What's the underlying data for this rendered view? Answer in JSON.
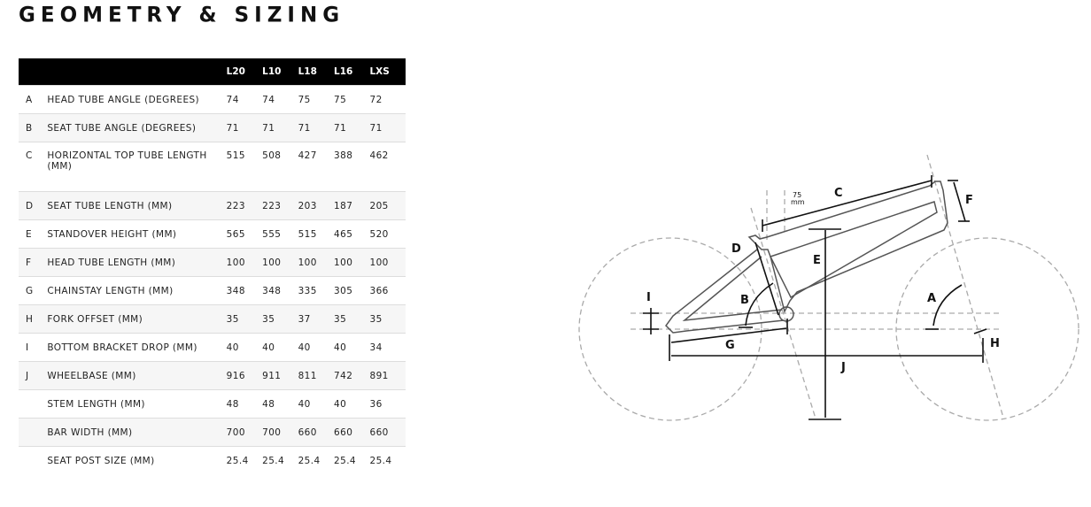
{
  "title": "GEOMETRY & SIZING",
  "columns": [
    "L20",
    "L10",
    "L18",
    "L16",
    "LXS"
  ],
  "rows": [
    {
      "key": "A",
      "label": "HEAD TUBE ANGLE (DEGREES)",
      "values": [
        "74",
        "74",
        "75",
        "75",
        "72"
      ]
    },
    {
      "key": "B",
      "label": "SEAT TUBE ANGLE (DEGREES)",
      "values": [
        "71",
        "71",
        "71",
        "71",
        "71"
      ]
    },
    {
      "key": "C",
      "label": "HORIZONTAL TOP TUBE LENGTH (MM)",
      "values": [
        "515",
        "508",
        "427",
        "388",
        "462"
      ]
    },
    {
      "key": "D",
      "label": "SEAT TUBE LENGTH (MM)",
      "values": [
        "223",
        "223",
        "203",
        "187",
        "205"
      ]
    },
    {
      "key": "E",
      "label": "STANDOVER HEIGHT (MM)",
      "values": [
        "565",
        "555",
        "515",
        "465",
        "520"
      ]
    },
    {
      "key": "F",
      "label": "HEAD TUBE LENGTH (MM)",
      "values": [
        "100",
        "100",
        "100",
        "100",
        "100"
      ]
    },
    {
      "key": "G",
      "label": "CHAINSTAY LENGTH (MM)",
      "values": [
        "348",
        "348",
        "335",
        "305",
        "366"
      ]
    },
    {
      "key": "H",
      "label": "FORK OFFSET (MM)",
      "values": [
        "35",
        "35",
        "37",
        "35",
        "35"
      ]
    },
    {
      "key": "I",
      "label": "BOTTOM BRACKET DROP (MM)",
      "values": [
        "40",
        "40",
        "40",
        "40",
        "34"
      ]
    },
    {
      "key": "J",
      "label": "WHEELBASE (MM)",
      "values": [
        "916",
        "911",
        "811",
        "742",
        "891"
      ]
    },
    {
      "key": "",
      "label": "STEM LENGTH (MM)",
      "values": [
        "48",
        "48",
        "40",
        "40",
        "36"
      ]
    },
    {
      "key": "",
      "label": "BAR WIDTH (MM)",
      "values": [
        "700",
        "700",
        "660",
        "660",
        "660"
      ]
    },
    {
      "key": "",
      "label": "SEAT POST SIZE (MM)",
      "values": [
        "25.4",
        "25.4",
        "25.4",
        "25.4",
        "25.4"
      ]
    }
  ],
  "diagram": {
    "labels": {
      "A": "A",
      "B": "B",
      "C": "C",
      "D": "D",
      "E": "E",
      "F": "F",
      "G": "G",
      "H": "H",
      "I": "I",
      "J": "J"
    },
    "offset_value": "75",
    "offset_unit": "mm"
  }
}
